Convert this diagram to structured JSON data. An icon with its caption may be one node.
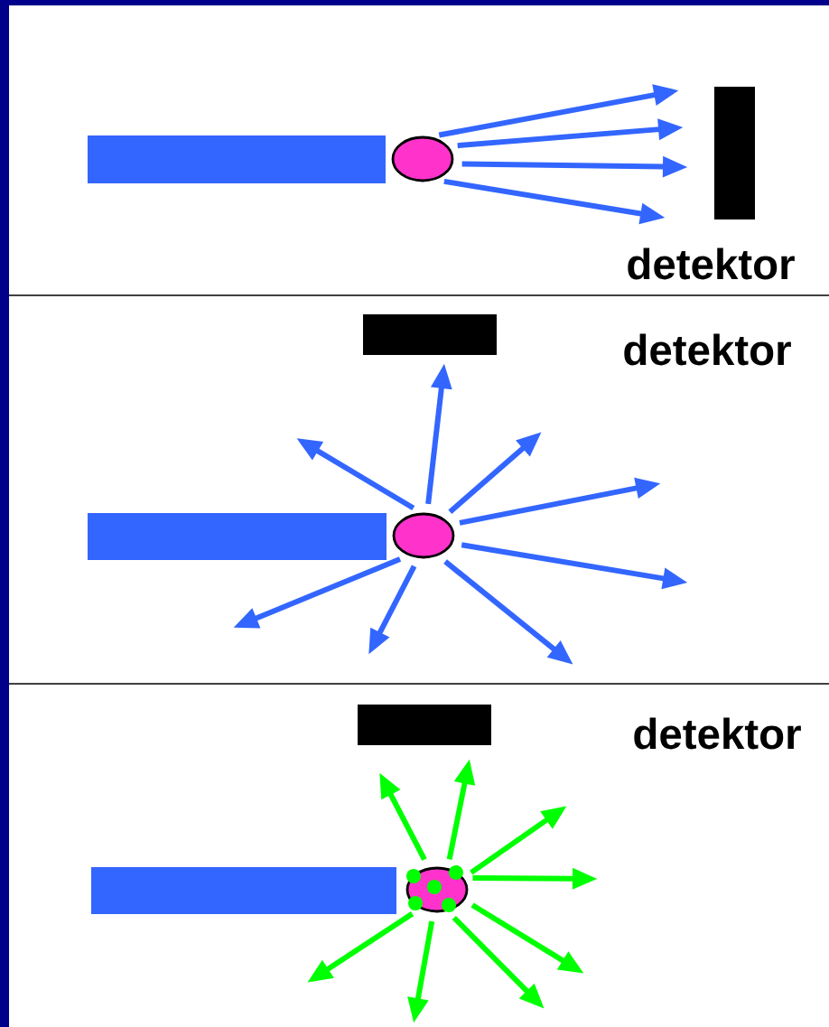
{
  "diagram": {
    "nodes": [
      {
        "text": [],
        "shape": "bar"
      },
      {
        "text": [],
        "shape": "blob"
      },
      {
        "text": [],
        "shape": "bar",
        "beside": [
          "detektor"
        ]
      },
      {
        "text": [],
        "shape": "bar"
      },
      {
        "text": [],
        "shape": "blob"
      },
      {
        "text": [],
        "shape": "bar",
        "beside": [
          "detektor"
        ]
      },
      {
        "text": [],
        "shape": "bar"
      },
      {
        "text": [],
        "shape": "blob"
      },
      {
        "text": [],
        "shape": "bar",
        "beside": [
          "detektor"
        ]
      }
    ],
    "edges": [
      {
        "from": 1,
        "to": null,
        "arrow": "to",
        "color": "#3366ff"
      },
      {
        "from": 1,
        "to": null,
        "arrow": "to",
        "color": "#3366ff"
      },
      {
        "from": 1,
        "to": null,
        "arrow": "to",
        "color": "#3366ff"
      },
      {
        "from": 1,
        "to": null,
        "arrow": "to",
        "color": "#3366ff"
      },
      {
        "from": 4,
        "to": null,
        "arrow": "to",
        "color": "#3366ff"
      },
      {
        "from": 4,
        "to": null,
        "arrow": "to",
        "color": "#3366ff"
      },
      {
        "from": 4,
        "to": null,
        "arrow": "to",
        "color": "#3366ff"
      },
      {
        "from": 4,
        "to": null,
        "arrow": "to",
        "color": "#3366ff"
      },
      {
        "from": 4,
        "to": null,
        "arrow": "to",
        "color": "#3366ff"
      },
      {
        "from": 4,
        "to": null,
        "arrow": "to",
        "color": "#3366ff"
      },
      {
        "from": 4,
        "to": null,
        "arrow": "to",
        "color": "#3366ff"
      },
      {
        "from": 4,
        "to": null,
        "arrow": "to",
        "color": "#3366ff"
      },
      {
        "from": 7,
        "to": null,
        "arrow": "to",
        "color": "#00ff00"
      },
      {
        "from": 7,
        "to": null,
        "arrow": "to",
        "color": "#00ff00"
      },
      {
        "from": 7,
        "to": null,
        "arrow": "to",
        "color": "#00ff00"
      },
      {
        "from": 7,
        "to": null,
        "arrow": "to",
        "color": "#00ff00"
      },
      {
        "from": 7,
        "to": null,
        "arrow": "to",
        "color": "#00ff00"
      },
      {
        "from": 7,
        "to": null,
        "arrow": "to",
        "color": "#00ff00"
      },
      {
        "from": 7,
        "to": null,
        "arrow": "to",
        "color": "#00ff00"
      },
      {
        "from": 7,
        "to": null,
        "arrow": "to",
        "color": "#00ff00"
      }
    ]
  }
}
